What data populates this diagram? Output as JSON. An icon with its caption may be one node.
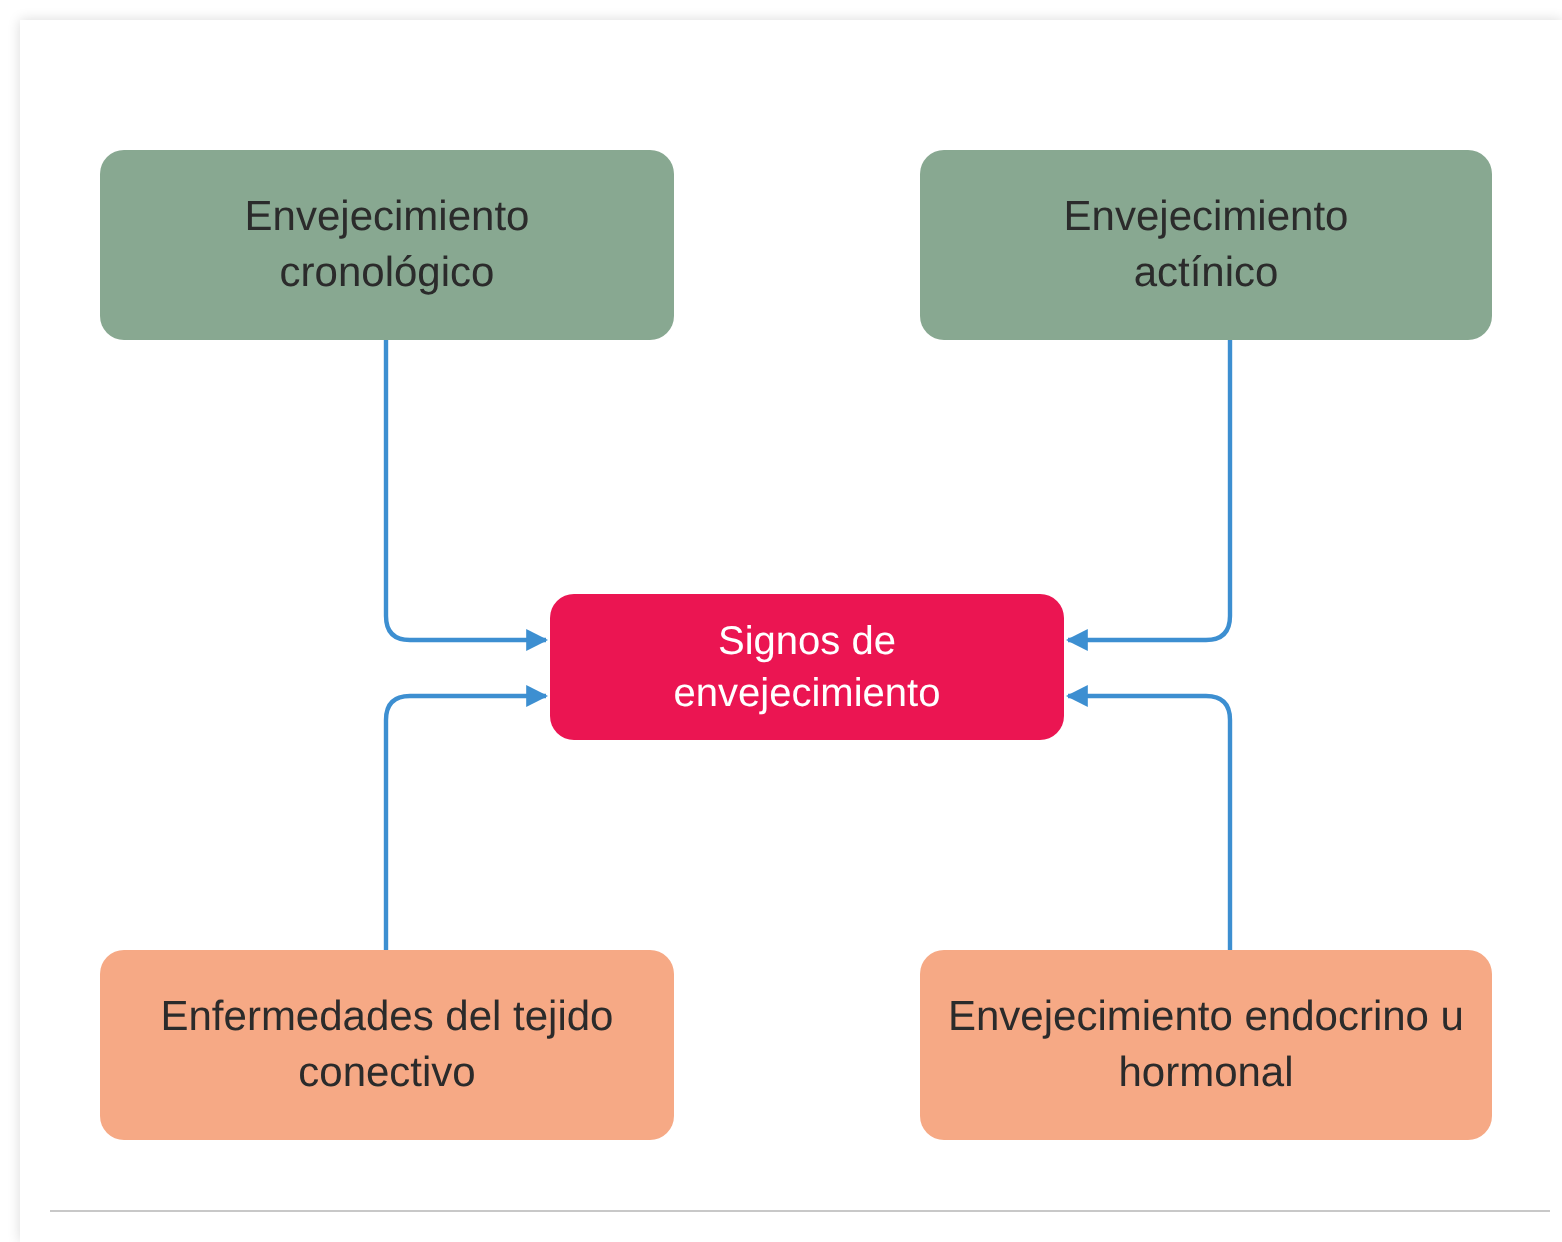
{
  "diagram": {
    "nodes": [
      {
        "text": [
          "Envejecimiento cronológico"
        ]
      },
      {
        "text": [
          "Envejecimiento actínico"
        ]
      },
      {
        "text": [
          "Signos de envejecimiento"
        ]
      },
      {
        "text": [
          "Enfermedades del tejido conectivo"
        ]
      },
      {
        "text": [
          "Envejecimiento endocrino u hormonal"
        ]
      }
    ],
    "edges": [
      {
        "from": 0,
        "to": 2,
        "arrow": "to"
      },
      {
        "from": 1,
        "to": 2,
        "arrow": "to"
      },
      {
        "from": 3,
        "to": 2,
        "arrow": "to"
      },
      {
        "from": 4,
        "to": 2,
        "arrow": "to"
      }
    ]
  }
}
